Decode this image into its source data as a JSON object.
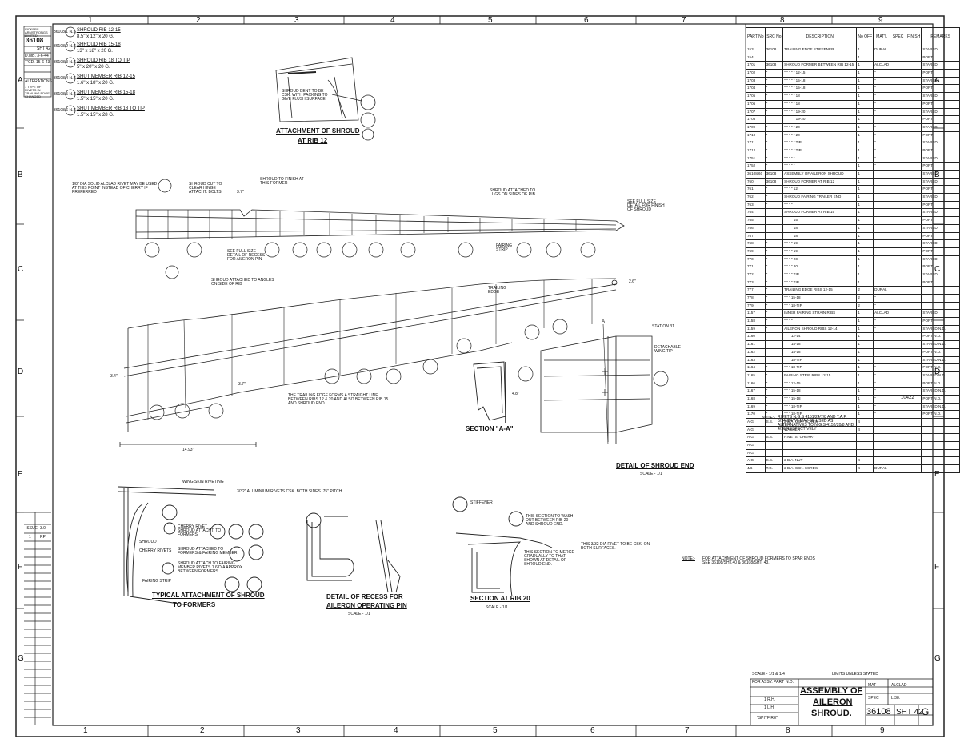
{
  "zones": {
    "columns_top": [
      "1",
      "2",
      "3",
      "4",
      "5",
      "6",
      "7",
      "8",
      "9"
    ],
    "columns_bottom": [
      "1",
      "2",
      "3",
      "4",
      "5",
      "6",
      "7",
      "8",
      "9"
    ],
    "rows": [
      "A",
      "B",
      "C",
      "D",
      "E",
      "F",
      "G"
    ]
  },
  "left_block": {
    "company": "VICKERS-ARMSTRONGS LIMITED",
    "drawing_no": "36108",
    "sheet": "SHT 42",
    "drawn": "D.MB. 3-6-44",
    "traced": "T'CD. 15-6-43",
    "alterations_title": "ALTERATIONS",
    "alteration_note": "1 TYPE OF RIVETS IN TRAILING EDGE CHANGED"
  },
  "issue_box": {
    "label": "ISSUE",
    "value": "3.0",
    "row": "1",
    "row_value": "RP"
  },
  "top_left_notes": [
    {
      "code": "36108/1 N.S.",
      "text": "SHROUD RIB 12-15",
      "sub": "8.5\" x 12\" x 20 G."
    },
    {
      "code": "36108/2 N.S.",
      "text": "SHROUD RIB 15-18",
      "sub": "13\" x 18\" x 20 G."
    },
    {
      "code": "36108/3 N.S.",
      "text": "SHROUD RIB 18 TO TIP",
      "sub": "5\" x 20\" x 20 G."
    },
    {
      "code": "36108/4 N.S.",
      "text": "SHUT MEMBER RIB 12-15",
      "sub": "1.6\" x 18\" x 20 G."
    },
    {
      "code": "36108/5 N.S.",
      "text": "SHUT MEMBER RIB 15-18",
      "sub": "1.5\" x 15\" x 20 G."
    },
    {
      "code": "36108/6 N.S.",
      "text": "SHUT MEMBER RIB 18 TO TIP",
      "sub": "1.5\" x 15\" x 28 G."
    }
  ],
  "views": {
    "attachment_rib12": {
      "title": "ATTACHMENT OF SHROUD",
      "subtitle": "AT RIB 12",
      "note": "SHROUD BENT TO BE CSK. WITH PACKING TO GIVE FLUSH SURFACE"
    },
    "main_notes": [
      "1/8\" DIA SOLID ALCLAD RIVET MAY BE USED AT THIS POINT INSTEAD OF CHERRY IF PREFERRED",
      "SHROUD CUT TO CLEAR HINGE ATTACHT. BOLTS",
      "SHROUD TO FINISH AT THIS FORMER",
      "SHROUD ATTACHED TO LUGS ON SIDES OF RIB",
      "SEE FULL SIZE DETAIL FOR FINISH OF SHROUD",
      "SEE FULL SIZE DETAIL OF RECESS FOR AILERON PIN",
      "SHROUD ATTACHED TO ANGLES ON SIDE OF RIB",
      "THE TRAILING EDGE FORMS A STRAIGHT LINE BETWEEN RIBS 12 & 20 AND ALSO BETWEEN RIB 15 AND SHROUD END.",
      "TRAILING EDGE",
      "FAIRING STRIP",
      "STATION 31",
      "DETACHABLE WING TIP"
    ],
    "dims": [
      "3.7\"",
      "3.7\"",
      "14.93\"",
      "2.6\"",
      "3.4\"",
      "4.8\""
    ],
    "section_aa": {
      "title": "SECTION \"A-A\"",
      "mark": "A"
    },
    "detail_shroud_end": {
      "title": "DETAIL OF SHROUD END",
      "scale": "SCALE - 1/1"
    },
    "typical_attach": {
      "title": "TYPICAL ATTACHMENT OF SHROUD",
      "subtitle": "TO FORMERS",
      "notes": [
        "WING SKIN RIVETING",
        "3/32\" ALUMINIUM RIVETS CSK. BOTH SIDES .75\" PITCH",
        "CHERRY RIVET SHROUD ATTACHT. TO FORMERS",
        "SHROUD ATTACHED TO FORMERS & FAIRING MEMBER",
        "SHROUD ATTACH TO FAIRING MEMBER RIVETS 1.6 DIA APPROX BETWEEN FORMERS",
        "FAIRING STRIP",
        "SHROUD",
        "CHERRY RIVETS"
      ]
    },
    "detail_recess": {
      "title": "DETAIL OF RECESS FOR",
      "subtitle": "AILERON OPERATING PIN",
      "scale": "SCALE - 1/1"
    },
    "section_rib20": {
      "title": "SECTION AT RIB 20",
      "scale": "SCALE - 1/1",
      "notes": [
        "STIFFENER",
        "THIS SECTION TO WASH OUT BETWEEN RIB 20 AND SHROUD END.",
        "THIS SECTION TO MERGE GRADUALLY TO THAT SHOWN AT DETAIL OF SHROUD END.",
        "THIS 3/32 DIA RIVET TO BE CSK. ON BOTH SURFACES."
      ]
    }
  },
  "right_notes": {
    "note1_label": "NOTE:-",
    "note1": "RIVETS N.G.S 4151/24/7/8 AND T.A.P. 5/14 /24/7/8 MAY BE USED AS ALTERNATIVES TO N.G.S 4152/20/8 AND 4/16 RESPECTIVELY",
    "note2_label": "NOTE:-",
    "note2": "FOR ATTACHMENT OF SHROUD FORMERS TO SPAR ENDS SEE 36108/SHT.40 & 36108/SHT. 43.",
    "sheet_mark": "10422"
  },
  "parts_table": {
    "headers": [
      "PART No",
      "SRC No",
      "DESCRIPTION",
      "No OFF",
      "MAT'L",
      "SPEC",
      "FINISH",
      "REMARKS"
    ],
    "rows": [
      [
        "153",
        "36108",
        "TRAILING EDGE STIFFENER",
        "1",
        "DURAL",
        "",
        "",
        "STARBD"
      ],
      [
        "154",
        "",
        "",
        "1",
        "",
        "",
        "",
        "PORT"
      ],
      [
        "1701",
        "36108",
        "SHROUD FORMER BETWEEN RIB 12-15",
        "1",
        "ALCLAD",
        "",
        "",
        "STARBD"
      ],
      [
        "1702",
        "\"",
        "\"  \"  \"  \"  \" 12-15",
        "1",
        "\"",
        "",
        "",
        "PORT"
      ],
      [
        "1703",
        "\"",
        "\"  \"  \"  \"  \" 15-18",
        "1",
        "\"",
        "",
        "",
        "STARBD"
      ],
      [
        "1704",
        "\"",
        "\"  \"  \"  \"  \" 15-18",
        "1",
        "\"",
        "",
        "",
        "PORT"
      ],
      [
        "1705",
        "\"",
        "\"  \"  \"  \"  \" 18",
        "1",
        "\"",
        "",
        "",
        "STARBD"
      ],
      [
        "1706",
        "\"",
        "\"  \"  \"  \"  \" 18",
        "1",
        "\"",
        "",
        "",
        "PORT"
      ],
      [
        "1707",
        "\"",
        "\"  \"  \"  \"  \" 19-20",
        "1",
        "\"",
        "",
        "",
        "STARBD"
      ],
      [
        "1708",
        "\"",
        "\"  \"  \"  \"  \" 19-20",
        "1",
        "\"",
        "",
        "",
        "PORT"
      ],
      [
        "1709",
        "\"",
        "\"  \"  \"  \"  \" 20",
        "1",
        "\"",
        "",
        "",
        "STARBD"
      ],
      [
        "1710",
        "\"",
        "\"  \"  \"  \"  \" 20",
        "1",
        "\"",
        "",
        "",
        "PORT"
      ],
      [
        "1711",
        "\"",
        "\"  \"  \"  \"  \" TIP",
        "1",
        "\"",
        "",
        "",
        "STARBD"
      ],
      [
        "1712",
        "\"",
        "\"  \"  \"  \"  \" TIP",
        "1",
        "\"",
        "",
        "",
        "PORT"
      ],
      [
        "1751",
        "\"",
        "\"  \"  \"  \"  \" ",
        "1",
        "\"",
        "",
        "",
        "STARBD"
      ],
      [
        "1752",
        "\"",
        "\"  \"  \"  \"  \" ",
        "1",
        "\"",
        "",
        "",
        "PORT"
      ],
      [
        "36108/60",
        "36108",
        "ASSEMBLY OF AILERON SHROUD",
        "1",
        "",
        "",
        "",
        "STARBD"
      ],
      [
        "760",
        "36108",
        "SHROUD FORMER AT RIB 12",
        "1",
        "",
        "",
        "",
        "STARBD"
      ],
      [
        "761",
        "\"",
        "\"  \"  \"  \" 12",
        "1",
        "",
        "",
        "",
        "PORT"
      ],
      [
        "762",
        "\"",
        "SHROUD FAIRING TRAILER END",
        "1",
        "",
        "",
        "",
        "STARBD"
      ],
      [
        "763",
        "\"",
        "\"  \"  \"  \" ",
        "1",
        "",
        "",
        "",
        "PORT"
      ],
      [
        "764",
        "\"",
        "SHROUD FORMER AT RIB 15",
        "1",
        "",
        "",
        "",
        "STARBD"
      ],
      [
        "765",
        "\"",
        "\"  \"  \"  \" 15",
        "1",
        "",
        "",
        "",
        "PORT"
      ],
      [
        "766",
        "\"",
        "\"  \"  \"  \" 18",
        "1",
        "",
        "",
        "",
        "STARBD"
      ],
      [
        "767",
        "\"",
        "\"  \"  \"  \" 18",
        "1",
        "",
        "",
        "",
        "PORT"
      ],
      [
        "768",
        "\"",
        "\"  \"  \"  \" 19",
        "1",
        "",
        "",
        "",
        "STARBD"
      ],
      [
        "769",
        "\"",
        "\"  \"  \"  \" 19",
        "1",
        "",
        "",
        "",
        "PORT"
      ],
      [
        "770",
        "\"",
        "\"  \"  \"  \" 20",
        "1",
        "",
        "",
        "",
        "STARBD"
      ],
      [
        "771",
        "\"",
        "\"  \"  \"  \" 20",
        "1",
        "",
        "",
        "",
        "PORT"
      ],
      [
        "772",
        "\"",
        "\"  \"  \"  \" TIP",
        "1",
        "",
        "",
        "",
        "STARBD"
      ],
      [
        "773",
        "\"",
        "\"  \"  \"  \" TIP",
        "1",
        "",
        "",
        "",
        "PORT"
      ],
      [
        "777",
        "\"",
        "TRAILING EDGE RIBS 12-15",
        "2",
        "DURAL",
        "",
        "",
        ""
      ],
      [
        "778",
        "\"",
        "\"  \"  \" 15-18",
        "2",
        "\"",
        "",
        "",
        ""
      ],
      [
        "779",
        "\"",
        "\"  \"  \" 18-TIP",
        "2",
        "\"",
        "",
        "",
        ""
      ],
      [
        "1157",
        "\"",
        "INNER FAIRING STRAIN RIBS",
        "1",
        "ALCLAD",
        "",
        "",
        "STARBD"
      ],
      [
        "1158",
        "\"",
        "\"  \"  \"  \" ",
        "1",
        "\"",
        "",
        "",
        "PORT"
      ],
      [
        "1159",
        "\"",
        "AILERON SHROUD RIBS 12-14",
        "1",
        "\"",
        "",
        "",
        "STARBD N.D."
      ],
      [
        "1160",
        "\"",
        "\"  \"  \" 12-14",
        "1",
        "\"",
        "",
        "",
        "PORT N.D."
      ],
      [
        "1161",
        "\"",
        "\"  \"  \" 14-18",
        "1",
        "\"",
        "",
        "",
        "STARBD N.D."
      ],
      [
        "1162",
        "\"",
        "\"  \"  \" 14-18",
        "1",
        "\"",
        "",
        "",
        "PORT N.D."
      ],
      [
        "1163",
        "\"",
        "\"  \"  \" 18-TIP",
        "1",
        "\"",
        "",
        "",
        "STARBD N.D."
      ],
      [
        "1164",
        "\"",
        "\"  \"  \" 18-TIP",
        "1",
        "\"",
        "",
        "",
        "PORT N.D."
      ],
      [
        "1165",
        "\"",
        "FAIRING STRIP RIBS 12-15",
        "1",
        "\"",
        "",
        "",
        "STARBD N.D."
      ],
      [
        "1166",
        "\"",
        "\"  \"  \" 12-15",
        "1",
        "\"",
        "",
        "",
        "PORT N.D."
      ],
      [
        "1167",
        "\"",
        "\"  \"  \" 15-18",
        "1",
        "\"",
        "",
        "",
        "STARBD N.D."
      ],
      [
        "1168",
        "\"",
        "\"  \"  \" 15-18",
        "1",
        "\"",
        "",
        "",
        "PORT N.D."
      ],
      [
        "1169",
        "\"",
        "\"  \"  \" 18-TIP",
        "1",
        "\"",
        "",
        "",
        "STARBD N.D."
      ],
      [
        "1170",
        "\"",
        "\"  \"  \" 18-TIP",
        "1",
        "\"",
        "",
        "",
        "PORT N.D."
      ],
      [
        "A.G.",
        "S.S.",
        "2 B.A. CSK. SCREW",
        "4",
        "",
        "",
        "",
        ""
      ],
      [
        "A.G.",
        "",
        "WASHER",
        "4",
        "",
        "",
        "",
        ""
      ],
      [
        "A.G.",
        "S.S.",
        "RIVETS \"CHERRY\"",
        "",
        "",
        "",
        "",
        ""
      ],
      [
        "A.G.",
        "",
        "",
        "",
        "",
        "",
        "",
        ""
      ],
      [
        "A.G.",
        "",
        "",
        "",
        "",
        "",
        "",
        ""
      ],
      [
        "A.G.",
        "S.S.",
        "2 B.A. NUT",
        "4",
        "",
        "",
        "",
        ""
      ],
      [
        "4/6",
        "T.G.",
        "2 B.A. CSK. SCREW",
        "4",
        "DURAL",
        "",
        "",
        ""
      ]
    ]
  },
  "title_block": {
    "scales": "SCALE - 1/1 & 1/4",
    "used_on_label": "FOR ASSY. PART",
    "used_on": "N.D.",
    "rh": "1 R.H.",
    "lh": "1 L.H.",
    "type": "\"SPITFIRE\"",
    "title1": "ASSEMBLY OF",
    "title2": "AILERON",
    "title3": "SHROUD.",
    "drawing_no": "36108",
    "sheet": "SHT 42",
    "revision": "G",
    "mat_label": "MAT",
    "mat": "ALCLAD",
    "spec_label": "SPEC",
    "spec": "L.38.",
    "limits": "LIMITS UNLESS STATED"
  }
}
